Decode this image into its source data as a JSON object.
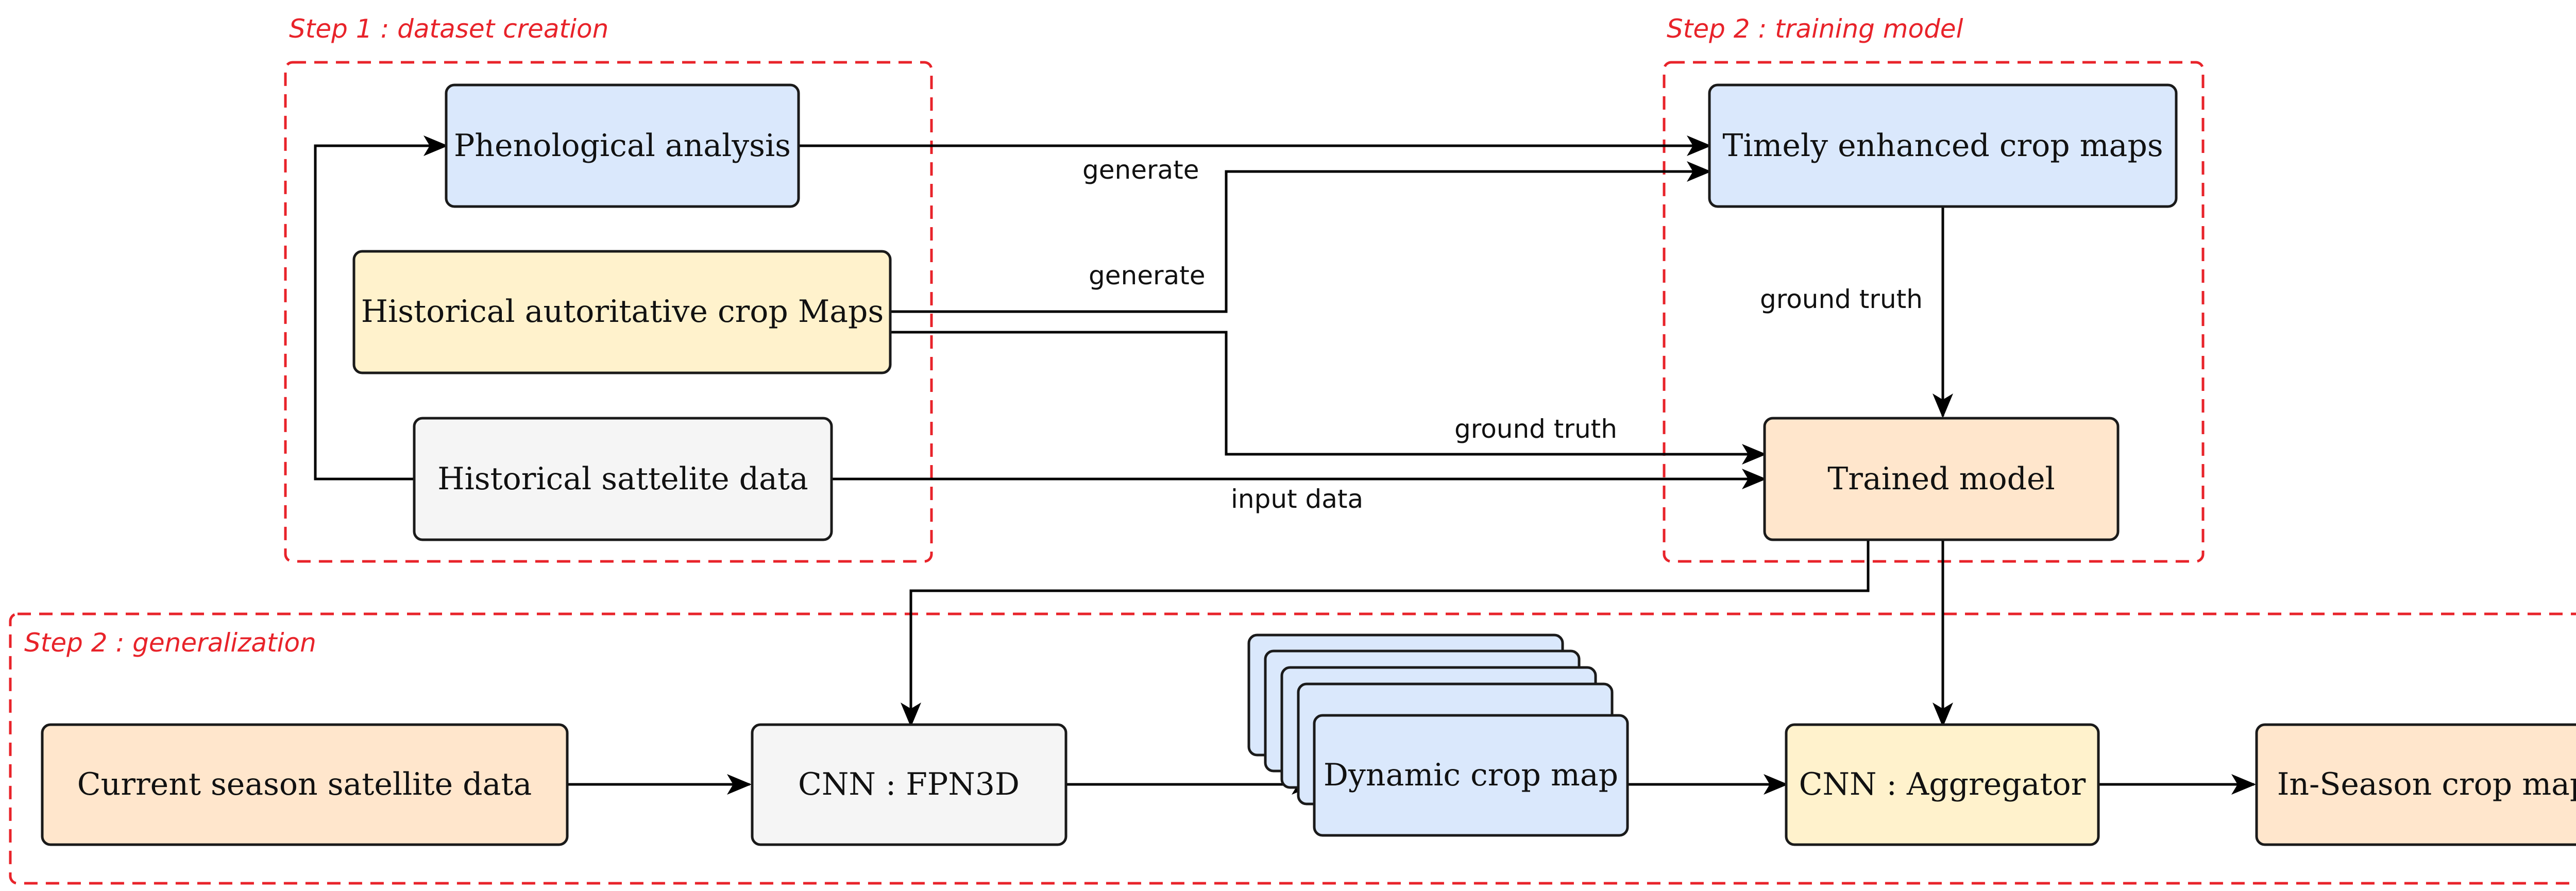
{
  "colors": {
    "blue": "#dae8fc",
    "yellow": "#fff2cc",
    "grey": "#f5f5f5",
    "orange": "#ffe6cc",
    "dashed_red": "#e8232a",
    "line": "#000000"
  },
  "groups": {
    "step1": "Step 1 : dataset creation",
    "step2_training": "Step 2 : training model",
    "step2_generalization": "Step 2 : generalization"
  },
  "nodes": {
    "phenological": "Phenological analysis",
    "historical_maps": "Historical autoritative crop Maps",
    "historical_satellite": "Historical sattelite data",
    "timely_maps": "Timely enhanced crop maps",
    "trained_model": "Trained model",
    "current_season": "Current season satellite data",
    "cnn_fpn3d": "CNN : FPN3D",
    "dynamic_map": "Dynamic crop map",
    "cnn_aggregator": "CNN : Aggregator",
    "in_season": "In-Season crop map"
  },
  "edges": {
    "phenological_to_timely": "generate",
    "maps_to_timely": "generate",
    "timely_to_model": "ground truth",
    "maps_to_model": "ground truth",
    "satellite_to_model": "input data"
  }
}
